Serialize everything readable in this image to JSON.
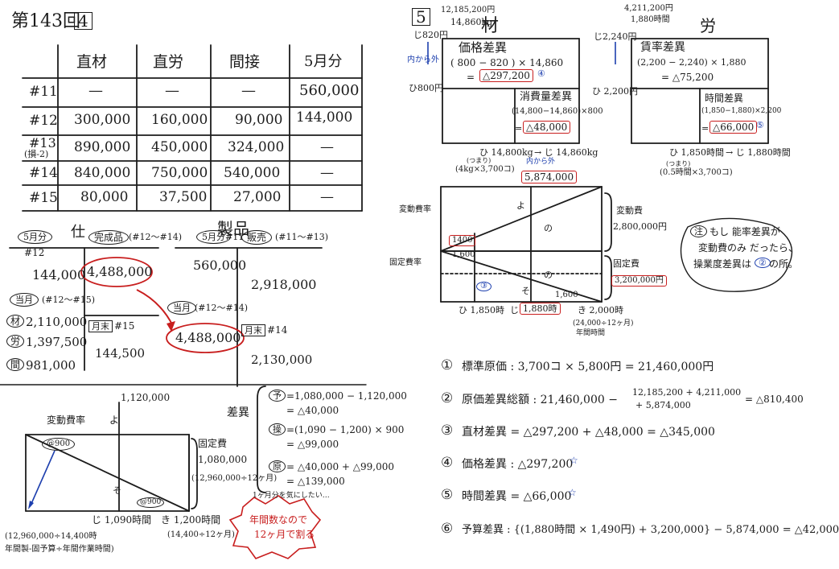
{
  "header": {
    "title": "第143回",
    "q4": "4",
    "q5": "5"
  },
  "table": {
    "headers": [
      "直材",
      "直労",
      "間接",
      "5月分"
    ],
    "rows": [
      {
        "label": "#11",
        "values": [
          "—",
          "—",
          "—",
          "560,000"
        ]
      },
      {
        "label": "#12",
        "values": [
          "300,000",
          "160,000",
          "90,000",
          "144,000"
        ]
      },
      {
        "label": "#13",
        "sub": "(損-2)",
        "values": [
          "890,000",
          "450,000",
          "324,000",
          "—"
        ]
      },
      {
        "label": "#14",
        "values": [
          "840,000",
          "750,000",
          "540,000",
          "—"
        ]
      },
      {
        "label": "#15",
        "values": [
          "80,000",
          "37,500",
          "27,000",
          "—"
        ]
      }
    ]
  },
  "taccounts": {
    "shikake": {
      "title": "仕",
      "may_label": "5月分",
      "may_sub": "#12",
      "may_value": "144,000",
      "kanseihin_label": "完成品",
      "kanseihin_range": "(#12〜#14)",
      "kanseihin_value": "4,488,000",
      "touki_label": "当月",
      "touki_range": "(#12〜#15)",
      "zai_label": "材",
      "zai_value": "2,110,000",
      "rou_label": "労",
      "rou_value": "1,397,500",
      "ma_label": "間",
      "ma_value": "981,000",
      "getsumatsu_label": "月末",
      "getsumatsu_sub": "#15",
      "getsumatsu_value": "144,500"
    },
    "seihin": {
      "title": "製品",
      "may_label": "5月分",
      "may_sub": "#11",
      "may_value": "560,000",
      "hanbai_label": "販売",
      "hanbai_range": "(#11〜#13)",
      "hanbai_value": "2,918,000",
      "touki_label": "当月",
      "touki_range": "(#12〜#14)",
      "touki_value": "4,488,000",
      "getsumatsu_label": "月末",
      "getsumatsu_sub": "#14",
      "getsumatsu_value": "2,130,000"
    }
  },
  "q4diagram": {
    "top_value": "1,120,000",
    "hendouhiritsu_label": "変動費率",
    "yo_label": "よ",
    "rate_circle": "@900",
    "rate_small": "@900",
    "yo2_label": "そ",
    "ji_label": "じ 1,090時間",
    "ki_label": "き 1,200時間",
    "ki_sub": "(14,400÷12ヶ月)",
    "kotei_label": "固定費",
    "kotei_value": "1,080,000",
    "kotei_sub": "(12,960,000÷12ヶ月)",
    "left_note1": "(12,960,000÷14,400時",
    "left_note2": "年間製-固予算÷年間作業時間)",
    "sai_label": "差異",
    "yo_item": "予",
    "yo_line1": "=1,080,000 − 1,120,000",
    "yo_line2": "= △40,000",
    "sou_item": "操",
    "sou_line1": "=(1,090 − 1,200) × 900",
    "sou_line2": "= △99,000",
    "gen_item": "原",
    "gen_line1": "= △40,000 + △99,000",
    "gen_line2": "= △139,000",
    "bubble_top": "1ヶ月分を気にしたい…",
    "bubble_line1": "年間数なので",
    "bubble_line2": "12ヶ月で割る"
  },
  "q5": {
    "zai_title": "材",
    "zai_top1": "12,185,200円",
    "zai_top2": "14,860kg",
    "zai_ji": "じ820円",
    "zai_uchigasoto": "内から外",
    "zai_hi": "ひ800円",
    "kakaku_title": "価格差異",
    "kakaku_line1": "( 800 − 820 ) × 14,860",
    "kakaku_eq": "= ",
    "kakaku_value": "△297,200",
    "kakaku_mark": "④",
    "shouhi_title": "消費量差異",
    "shouhi_line1": "(14,800−14,860)×800",
    "shouhi_eq": "=",
    "shouhi_value": "△48,000",
    "zai_bottom_hi": "ひ 14,800kg",
    "zai_bottom_ji": "→ じ 14,860kg",
    "zai_bottom_note": "内から外",
    "zai_bottom_sub1": "(つまり)",
    "zai_bottom_sub2": "(4kg×3,700コ)",
    "rou_title": "労",
    "rou_top1": "4,211,200円",
    "rou_top2": "1,880時間",
    "rou_ji": "じ2,240円",
    "rou_hi": "ひ 2,200円",
    "chin_title": "賃率差異",
    "chin_line1": "(2,200 − 2,240) × 1,880",
    "chin_line2": "= △75,200",
    "jikan_title": "時間差異",
    "jikan_line1": "(1,850−1,880)×2,200",
    "jikan_eq": "=",
    "jikan_value": "△66,000",
    "jikan_mark": "⑤",
    "rou_bottom_hi": "ひ 1,850時間",
    "rou_bottom_ji": "→ じ 1,880時間",
    "rou_bottom_sub1": "(つまり)",
    "rou_bottom_sub2": "(0.5時間×3,700コ)",
    "diag_top_value": "5,874,000",
    "hendou_label": "変動費率",
    "yo_label": "よ",
    "no_label": "の",
    "no_label2": "の",
    "hendouhi": "変動費",
    "hendouhi_value": "2,800,000円",
    "koteihi_ritsu": "固定費率",
    "rate_1400": "1400",
    "rate_1600": "1,600",
    "koteihi": "固定費",
    "koteihi_value": "3,200,000円",
    "circle3": "③",
    "so_label": "そ",
    "small_1600": "1,600",
    "diag_hi": "ひ 1,850時",
    "diag_ji": "じ",
    "diag_ji_value": "1,880時",
    "diag_ki": "き 2,000時",
    "diag_ki_sub1": "(24,000÷12ヶ月)",
    "diag_ki_sub2": "年間時間",
    "note_circle": "注",
    "note_line1": "もし 能率差異が",
    "note_line2": "変動費のみ だったら、",
    "note_line3": "操業度差異は",
    "note_mark": "②",
    "note_tail": "の所。"
  },
  "answers": [
    {
      "num": "①",
      "text": "標準原価 : 3,700コ × 5,800円 = 21,460,000円"
    },
    {
      "num": "②",
      "text": "原価差異総額 : 21,460,000 −",
      "paren1": "12,185,200 + 4,211,000",
      "paren2": "+ 5,874,000",
      "tail": "= △810,400"
    },
    {
      "num": "③",
      "text": "直材差異 = △297,200 + △48,000 = △345,000"
    },
    {
      "num": "④",
      "text": "価格差異 : △297,200",
      "star": "☆"
    },
    {
      "num": "⑤",
      "text": "時間差異 = △66,000",
      "star": "☆"
    },
    {
      "num": "⑥",
      "text": "予算差異 : {(1,880時間 × 1,490円) + 3,200,000} − 5,874,000 = △42,000"
    }
  ]
}
